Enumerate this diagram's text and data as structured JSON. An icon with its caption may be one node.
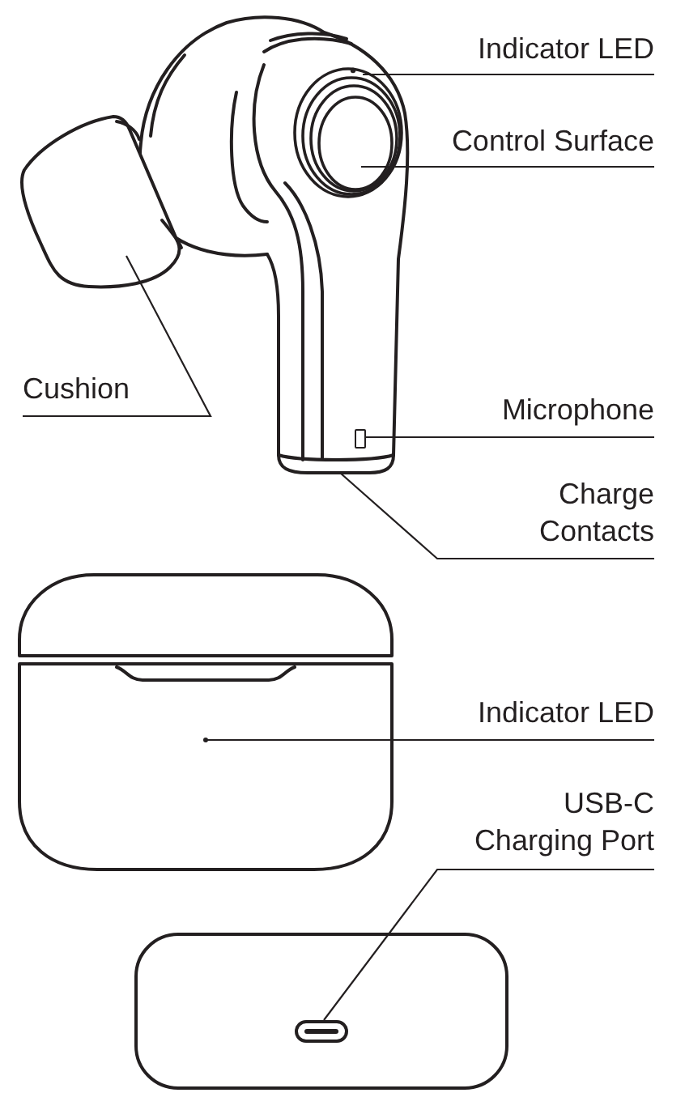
{
  "diagram": {
    "nodes": [
      {
        "text": [
          "Indicator LED"
        ]
      },
      {
        "text": [
          "Control Surface"
        ]
      },
      {
        "text": [
          "Cushion"
        ]
      },
      {
        "text": [
          "Microphone"
        ]
      },
      {
        "text": [],
        "shape": "box"
      },
      {
        "text": [
          "Charge Contacts"
        ]
      },
      {
        "text": [
          "Indicator LED"
        ]
      },
      {
        "text": [
          "USB-C Charging Port"
        ]
      }
    ],
    "edges": [
      {
        "from": 0,
        "to": null,
        "arrow": "none"
      },
      {
        "from": 1,
        "to": null,
        "arrow": "none"
      },
      {
        "from": 2,
        "to": null,
        "arrow": "none"
      },
      {
        "from": 3,
        "to": 4,
        "arrow": "none"
      },
      {
        "from": 5,
        "to": null,
        "arrow": "none"
      },
      {
        "from": 6,
        "to": null,
        "arrow": "other"
      },
      {
        "from": 7,
        "to": null,
        "arrow": "none"
      }
    ]
  }
}
